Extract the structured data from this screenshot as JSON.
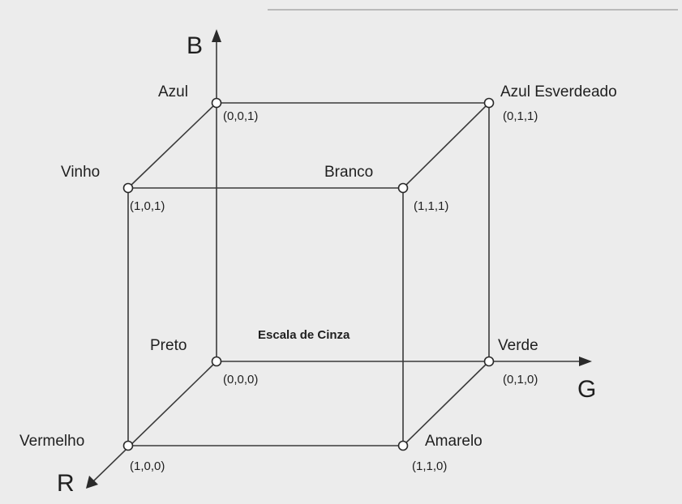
{
  "axes": {
    "b": "B",
    "g": "G",
    "r": "R"
  },
  "vertices": {
    "preto": {
      "name": "Preto",
      "coord": "(0,0,0)"
    },
    "verde": {
      "name": "Verde",
      "coord": "(0,1,0)"
    },
    "azul": {
      "name": "Azul",
      "coord": "(0,0,1)"
    },
    "azul_esverdeado": {
      "name": "Azul Esverdeado",
      "coord": "(0,1,1)"
    },
    "vinho": {
      "name": "Vinho",
      "coord": "(1,0,1)"
    },
    "branco": {
      "name": "Branco",
      "coord": "(1,1,1)"
    },
    "vermelho": {
      "name": "Vermelho",
      "coord": "(1,0,0)"
    },
    "amarelo": {
      "name": "Amarelo",
      "coord": "(1,1,0)"
    }
  },
  "grayscale_label": "Escala de Cinza",
  "colors": {
    "background": "#ececec",
    "line": "#3a3a3a",
    "node_fill": "#ffffff"
  }
}
